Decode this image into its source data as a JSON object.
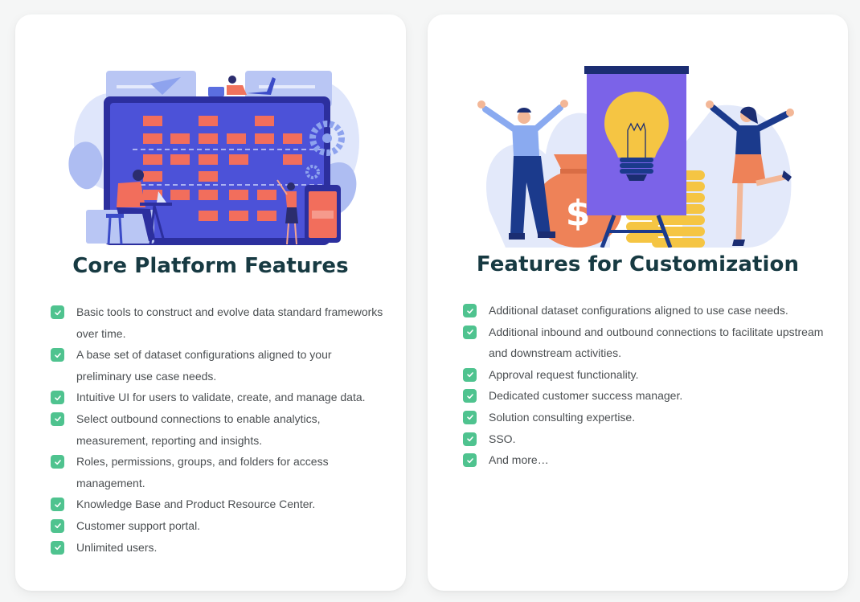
{
  "cards": {
    "core": {
      "title": "Core Platform Features",
      "illustration": "team-managing-data-board-illustration",
      "items": [
        {
          "text": "Basic tools to construct and evolve data standard frameworks over time.",
          "icon": "check-icon"
        },
        {
          "text": "A base set of dataset configurations aligned to your preliminary use case needs.",
          "icon": "check-icon"
        },
        {
          "text": "Intuitive UI for users to validate, create, and manage data.",
          "icon": "check-icon"
        },
        {
          "text": "Select outbound connections to enable analytics, measurement, reporting and insights.",
          "icon": "check-icon"
        },
        {
          "text": "Roles, permissions, groups, and folders for access management.",
          "icon": "check-icon"
        },
        {
          "text": "Knowledge Base and Product Resource Center.",
          "icon": "check-icon"
        },
        {
          "text": "Customer support portal.",
          "icon": "check-icon"
        },
        {
          "text": "Unlimited users.",
          "icon": "check-icon"
        }
      ]
    },
    "custom": {
      "title": "Features for Customization",
      "illustration": "lightbulb-idea-celebration-illustration",
      "items": [
        {
          "text": "Additional dataset configurations aligned to use case needs.",
          "icon": "check-icon"
        },
        {
          "text": "Additional inbound and outbound connections to facilitate upstream and downstream activities.",
          "icon": "check-icon"
        },
        {
          "text": "Approval request functionality.",
          "icon": "check-icon"
        },
        {
          "text": "Dedicated customer success manager.",
          "icon": "check-icon"
        },
        {
          "text": "Solution consulting expertise.",
          "icon": "check-icon"
        },
        {
          "text": "SSO.",
          "icon": "check-icon"
        },
        {
          "text": "And more…",
          "icon": "check-icon"
        }
      ]
    }
  },
  "colors": {
    "title": "#173a42",
    "body_text": "#4b4f52",
    "check_bg": "#4fc38f",
    "card_bg": "#ffffff",
    "page_bg": "#f5f6f6"
  }
}
